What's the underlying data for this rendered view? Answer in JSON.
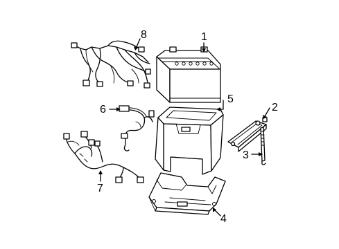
{
  "diagram": {
    "callouts": [
      {
        "id": "1",
        "label": "1"
      },
      {
        "id": "2",
        "label": "2"
      },
      {
        "id": "3",
        "label": "3"
      },
      {
        "id": "4",
        "label": "4"
      },
      {
        "id": "5",
        "label": "5"
      },
      {
        "id": "6",
        "label": "6"
      },
      {
        "id": "7",
        "label": "7"
      },
      {
        "id": "8",
        "label": "8"
      }
    ],
    "parts": [
      {
        "callout": "1",
        "icon": "battery-icon"
      },
      {
        "callout": "2",
        "icon": "hold-down-clamp-icon"
      },
      {
        "callout": "3",
        "icon": "hold-down-bolt-icon"
      },
      {
        "callout": "4",
        "icon": "battery-tray-icon"
      },
      {
        "callout": "5",
        "icon": "battery-box-icon"
      },
      {
        "callout": "6",
        "icon": "battery-cable-icon"
      },
      {
        "callout": "7",
        "icon": "wiring-harness-icon"
      },
      {
        "callout": "8",
        "icon": "engine-harness-icon"
      }
    ]
  }
}
